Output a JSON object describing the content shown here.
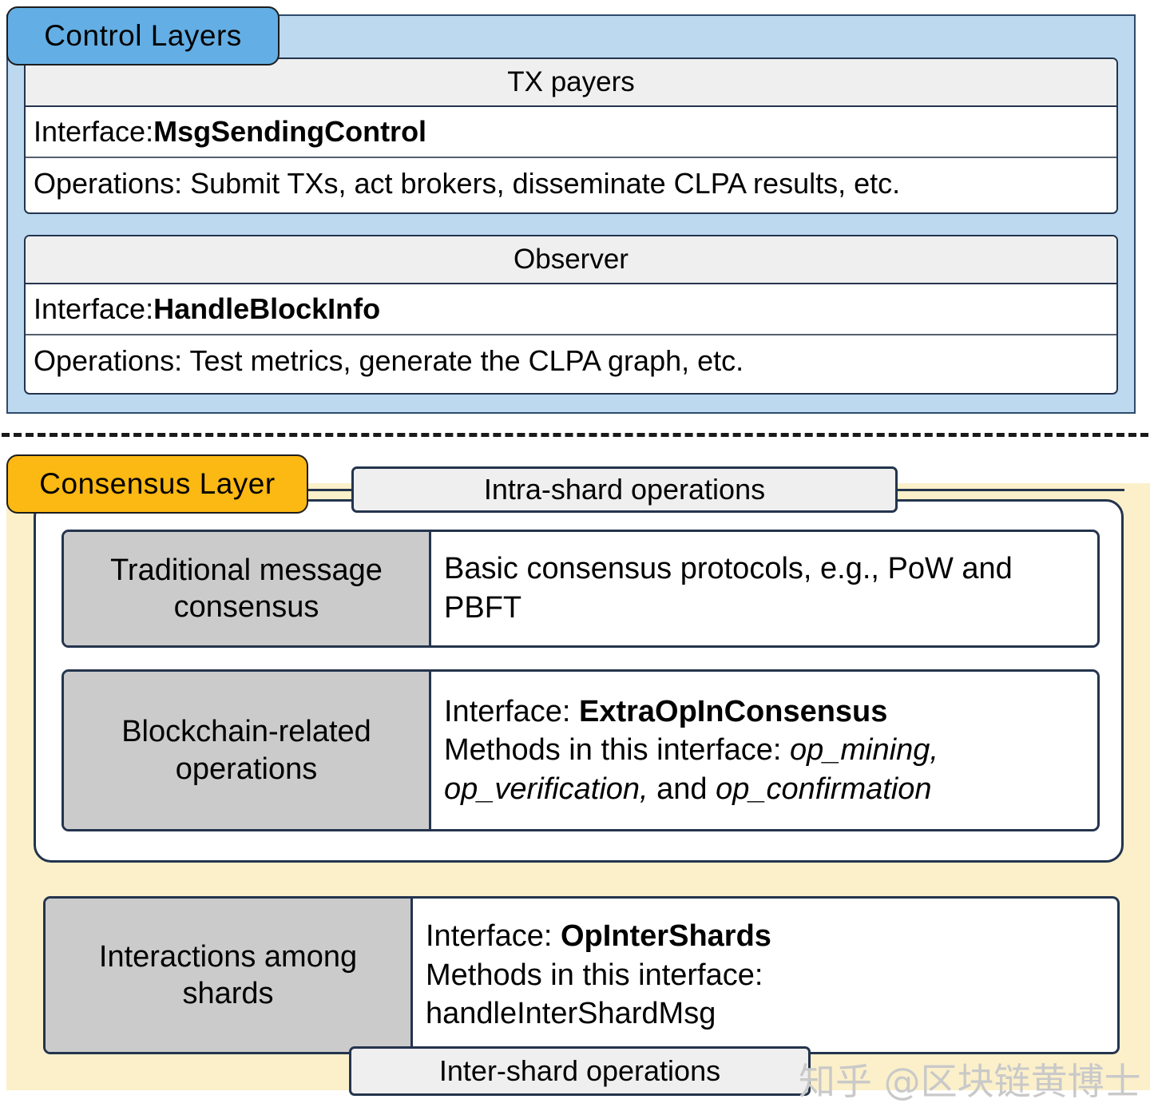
{
  "diagram": {
    "title": "Layered architecture: Control Layers and Consensus Layer",
    "colors": {
      "control_badge": "#63aee4",
      "control_panel": "#bcd9f0",
      "consensus_badge": "#fcb813",
      "consensus_panel": "#fbf0ca",
      "card_border": "#24344d",
      "header_gray": "#efefef",
      "label_gray": "#cbcbcb"
    }
  },
  "control_layers": {
    "badge_label": "Control  Layers",
    "entities": [
      {
        "title": "TX payers",
        "interface_prefix": "Interface: ",
        "interface_name": "MsgSendingControl",
        "operations": "Operations: Submit TXs, act brokers, disseminate CLPA results, etc."
      },
      {
        "title": "Observer",
        "interface_prefix": "Interface: ",
        "interface_name": "HandleBlockInfo",
        "operations": "Operations: Test metrics, generate the CLPA graph, etc."
      }
    ]
  },
  "consensus_layer": {
    "badge_label": "Consensus Layer",
    "intra_tab_label": "Intra-shard operations",
    "inter_tab_label": "Inter-shard operations",
    "intra_rows": [
      {
        "label": "Traditional message consensus",
        "body_line1": "Basic consensus protocols, e.g., PoW and PBFT"
      },
      {
        "label": "Blockchain-related operations",
        "interface_prefix": "Interface: ",
        "interface_name": "ExtraOpInConsensus",
        "methods_prefix": "Methods in this interface: ",
        "method_1": "op_mining,",
        "method_2": "op_verification,",
        "methods_conjunction": " and ",
        "method_3": "op_confirmation"
      }
    ],
    "inter_rows": [
      {
        "label": "Interactions among shards",
        "interface_prefix": "Interface: ",
        "interface_name": "OpInterShards",
        "methods_label": "Methods in this interface:",
        "method_name": "handleInterShardMsg"
      }
    ]
  },
  "watermark": {
    "text": "知乎 @区块链黄博士"
  }
}
